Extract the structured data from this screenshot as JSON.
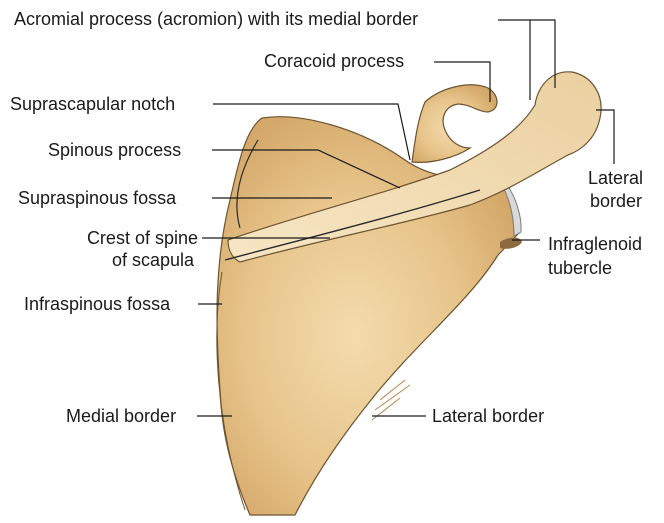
{
  "labels": {
    "acromion": "Acromial process (acromion) with its medial border",
    "coracoid": "Coracoid process",
    "suprascapular_notch": "Suprascapular notch",
    "spinous_process": "Spinous process",
    "supraspinous_fossa": "Supraspinous fossa",
    "crest_line1": "Crest of spine",
    "crest_line2": "of scapula",
    "infraspinous_fossa": "Infraspinous fossa",
    "medial_border": "Medial border",
    "lateral_border_bottom": "Lateral border",
    "lateral_border_right_line1": "Lateral",
    "lateral_border_right_line2": "border",
    "infraglenoid_line1": "Infraglenoid",
    "infraglenoid_line2": "tubercle"
  },
  "colors": {
    "bone": "#e9c98f",
    "bone_shadow": "#cfa463",
    "bone_highlight": "#f6e2bd",
    "outline": "#2a2a2a",
    "leader": "#1a1a1a"
  }
}
